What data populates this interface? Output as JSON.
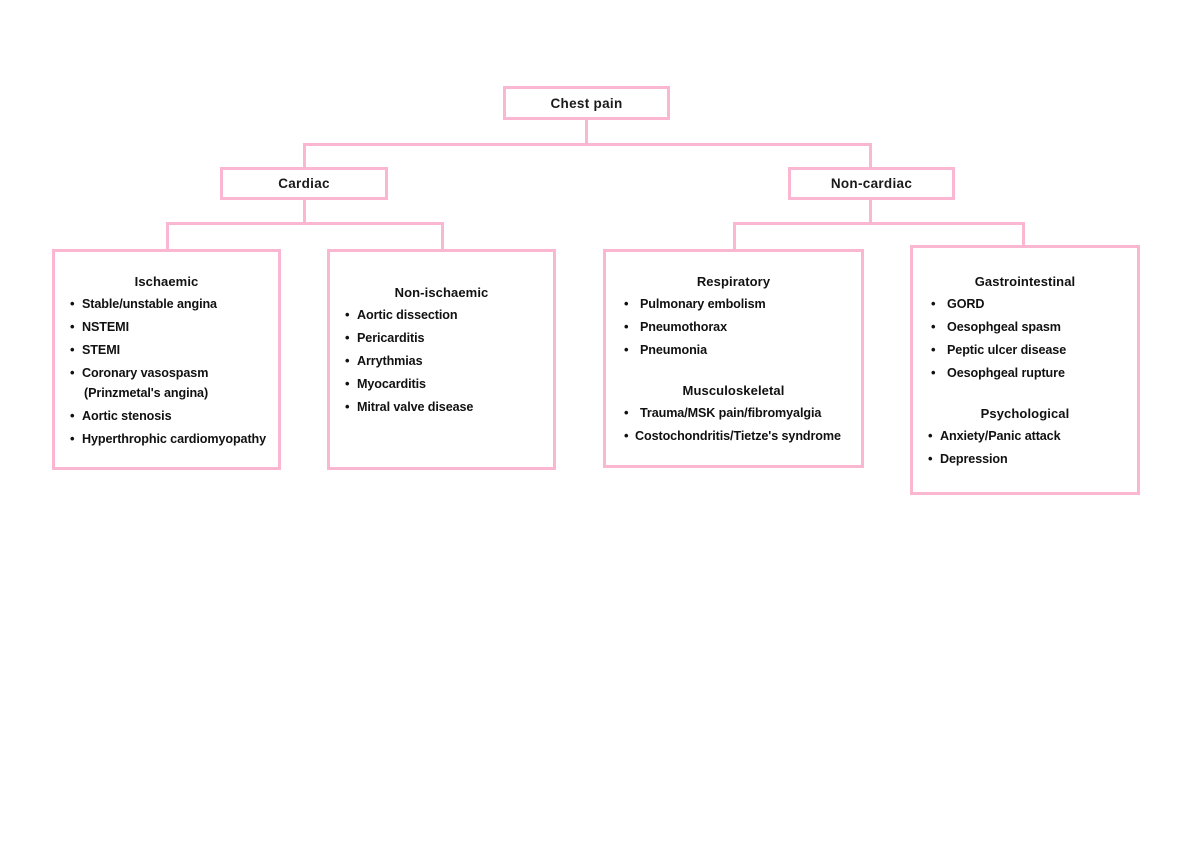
{
  "diagram": {
    "accent_color": "#fbb6d2",
    "background_color": "#ffffff",
    "text_color": "#111111",
    "root": {
      "label": "Chest pain"
    },
    "branches": [
      {
        "label": "Cardiac"
      },
      {
        "label": "Non-cardiac"
      }
    ],
    "leaves": [
      {
        "id": "ischaemic",
        "sections": [
          {
            "title": "Ischaemic",
            "items": [
              "Stable/unstable angina",
              "NSTEMI",
              "STEMI",
              "Coronary vasospasm",
              "(Prinzmetal's angina)",
              "Aortic stenosis",
              "Hyperthrophic cardiomyopathy"
            ]
          }
        ]
      },
      {
        "id": "non-ischaemic",
        "sections": [
          {
            "title": "Non-ischaemic",
            "items": [
              "Aortic dissection",
              "Pericarditis",
              "Arrythmias",
              "Myocarditis",
              "Mitral valve disease"
            ]
          }
        ]
      },
      {
        "id": "respiratory-musculoskeletal",
        "sections": [
          {
            "title": "Respiratory",
            "items": [
              "Pulmonary embolism",
              "Pneumothorax",
              "Pneumonia"
            ]
          },
          {
            "title": "Musculoskeletal",
            "items": [
              "Trauma/MSK pain/fibromyalgia",
              "Costochondritis/Tietze's syndrome"
            ]
          }
        ]
      },
      {
        "id": "gastrointestinal-psychological",
        "sections": [
          {
            "title": "Gastrointestinal",
            "items": [
              "GORD",
              "Oesophgeal spasm",
              "Peptic ulcer disease",
              "Oesophgeal rupture"
            ]
          },
          {
            "title": "Psychological",
            "items": [
              "Anxiety/Panic attack",
              "Depression"
            ]
          }
        ]
      }
    ]
  }
}
